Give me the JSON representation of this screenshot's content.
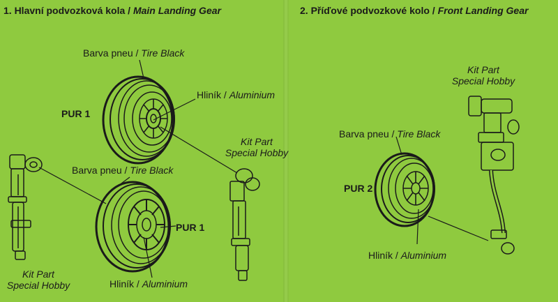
{
  "sections": {
    "main": {
      "title_cz": "1. Hlavní podvozková kola /",
      "title_en": "Main Landing Gear"
    },
    "front": {
      "title_cz": "2. Příďové podvozkové kolo /",
      "title_en": "Front Landing Gear"
    }
  },
  "labels": {
    "tire_cz": "Barva pneu /",
    "tire_en": "Tire Black",
    "alu_cz": "Hliník /",
    "alu_en": "Aluminium",
    "kit_part": "Kit Part",
    "special_hobby": "Special Hobby",
    "pur1": "PUR 1",
    "pur2": "PUR 2"
  },
  "colors": {
    "background": "#8fca3f",
    "ink": "#1a1a1a"
  }
}
